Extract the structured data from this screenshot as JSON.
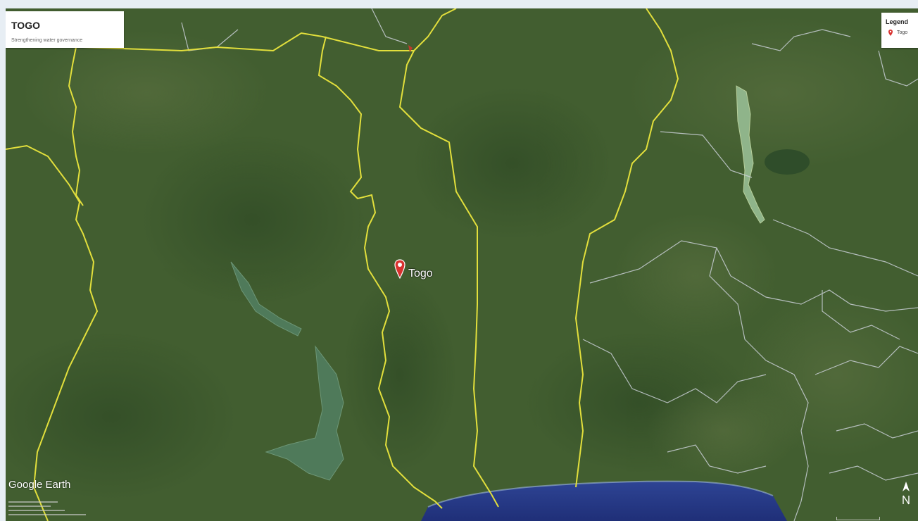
{
  "title": {
    "heading": "TOGO",
    "subtitle": "Strengthening water governance"
  },
  "legend": {
    "heading": "Legend",
    "items": [
      {
        "label": "Togo",
        "icon": "red-placemark-icon"
      }
    ]
  },
  "placemark": {
    "label": "Togo",
    "icon": "red-placemark-icon",
    "color": "#d8322f"
  },
  "branding": {
    "logo": "Google Earth"
  },
  "colors": {
    "land": "#3f5c2e",
    "sea": "#2a3c8a",
    "border_international": "#e2df3c",
    "border_admin": "#c9cfd6",
    "water": "#7a9e7e"
  }
}
